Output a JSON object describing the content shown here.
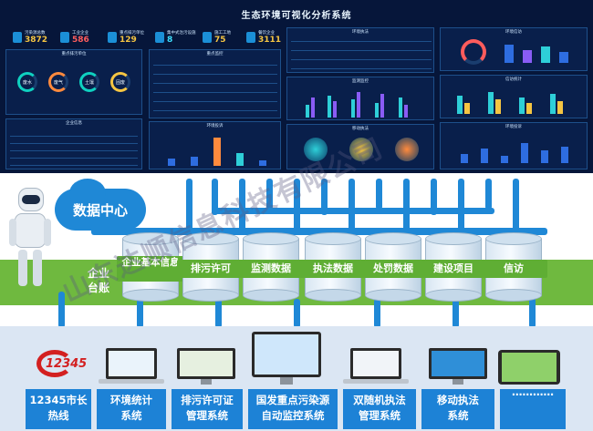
{
  "dashboard": {
    "title": "生态环境可视化分析系统",
    "kpis": [
      {
        "label": "污染源总数",
        "value": "3872",
        "color": "#f5c542"
      },
      {
        "label": "工业企业",
        "value": "586",
        "color": "#ff5c5c"
      },
      {
        "label": "重点排污单位",
        "value": "129",
        "color": "#f5c542"
      },
      {
        "label": "集中式治污设施",
        "value": "8",
        "color": "#3ee0ff"
      },
      {
        "label": "施工工地",
        "value": "75",
        "color": "#f5c542"
      },
      {
        "label": "餐饮企业",
        "value": "3111",
        "color": "#f5c542"
      }
    ],
    "panels": {
      "p1": "重点排污单位",
      "p2": "重点监控",
      "p3": "环境执法",
      "p4": "监测监控",
      "p5": "环境信访",
      "p6": "环境投诉",
      "p7": "信访统计",
      "p8": "移动执法",
      "p9": "企业信息"
    },
    "rings": [
      {
        "label": "废水"
      },
      {
        "label": "废气"
      },
      {
        "label": "土壤"
      },
      {
        "label": "固废"
      }
    ]
  },
  "center": {
    "data_center": "数据中心",
    "ledger": "企业\n台账",
    "databases": [
      "企业基本信息",
      "排污许可",
      "监测数据",
      "执法数据",
      "处罚数据",
      "建设项目",
      "信访"
    ]
  },
  "systems": [
    {
      "name": "12345市长热线",
      "l1": "12345市长",
      "l2": "热线",
      "device": "12345-logo"
    },
    {
      "name": "环境统计系统",
      "l1": "环境统计",
      "l2": "系统",
      "device": "laptop"
    },
    {
      "name": "排污许可证管理系统",
      "l1": "排污许可证",
      "l2": "管理系统",
      "device": "monitor"
    },
    {
      "name": "国发重点污染源自动监控系统",
      "l1": "国发重点污染源",
      "l2": "自动监控系统",
      "device": "monitor"
    },
    {
      "name": "双随机执法管理系统",
      "l1": "双随机执法",
      "l2": "管理系统",
      "device": "laptop"
    },
    {
      "name": "移动执法系统",
      "l1": "移动执法",
      "l2": "系统",
      "device": "monitor"
    },
    {
      "name": "more",
      "l1": "",
      "l2": "…………",
      "device": "tablet"
    }
  ],
  "watermark": "山东达顺信息科技有限公司",
  "colors": {
    "pipe": "#1f88d6",
    "green": "#6fb93f",
    "sys": "#1d82d6",
    "dash": "#06163a"
  }
}
